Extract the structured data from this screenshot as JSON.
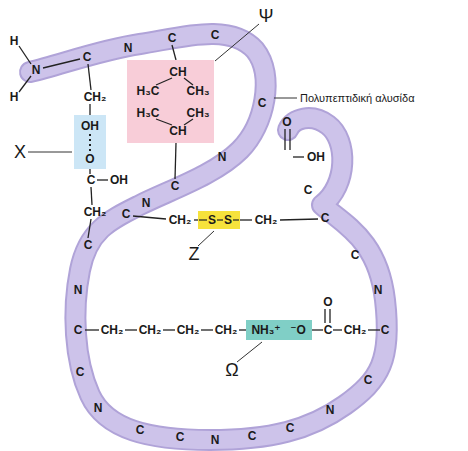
{
  "diagram": {
    "nodes": [
      {
        "text": [
          "OH",
          "O"
        ]
      },
      {
        "text": [
          "CH",
          "H₃C",
          "CH₃",
          "H₃C",
          "CH₃",
          "CH"
        ]
      },
      {
        "text": [
          "S",
          "S"
        ]
      },
      {
        "text": [
          "NH₃⁺",
          "⁻O"
        ]
      }
    ],
    "labels": [
      "H",
      "N",
      "H",
      "C",
      "N",
      "C",
      "C",
      "C",
      "N",
      "C",
      "N",
      "C",
      "C",
      "N",
      "C",
      "C",
      "N",
      "C",
      "C",
      "N",
      "C",
      "C",
      "N",
      "C",
      "C",
      "N",
      "C",
      "C",
      "C",
      "O",
      "OH",
      "CH₂",
      "C",
      "OH",
      "CH₂",
      "CH₂",
      "CH₂",
      "CH₂",
      "CH₂",
      "CH₂",
      "CH₂",
      "C",
      "O",
      "CH₂",
      "X",
      "Ψ",
      "Z",
      "Ω",
      "Πολυπεπτιδική αλυσίδα"
    ]
  }
}
